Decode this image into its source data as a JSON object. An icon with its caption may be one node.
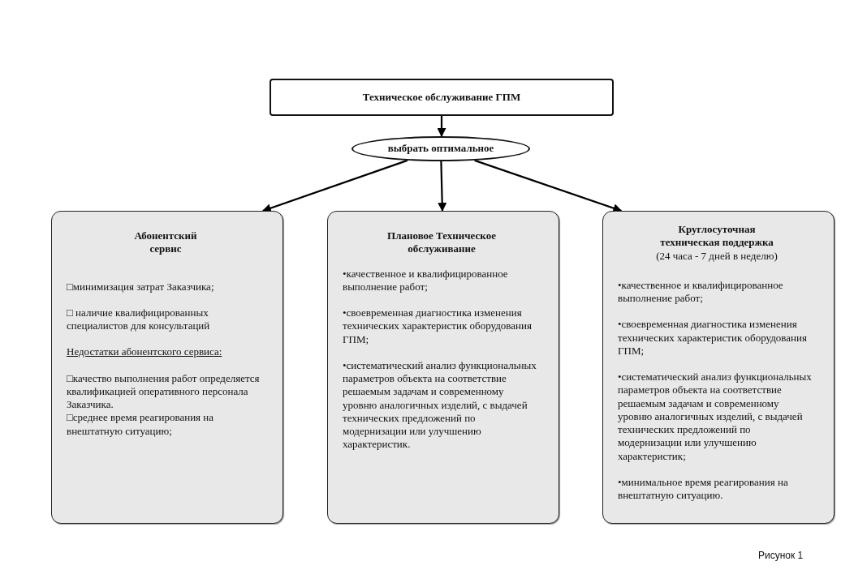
{
  "diagram": {
    "caption": "Рисунок 1",
    "nodes": [
      {
        "text": [
          "Техническое обслуживание ГПМ"
        ]
      },
      {
        "text": [
          "выбрать оптимальное"
        ]
      },
      {
        "text": [
          "Абонентский сервис",
          "□минимизация затрат Заказчика;",
          "□  наличие квалифицированных специалистов для консультаций",
          "Недостатки абонентского сервиса:",
          "□качество выполнения работ определяется квалификацией оперативного персонала Заказчика.",
          "□среднее время реагирования на внештатную ситуацию;"
        ]
      },
      {
        "text": [
          "Плановое Техническое обслуживание",
          "•качественное и квалифицированное выполнение работ;",
          "•своевременная диагностика изменения технических характеристик оборудования ГПМ;",
          "•систематический анализ функциональных параметров объекта на соответствие решаемым задачам и современному уровню аналогичных изделий, с выдачей технических предложений по модернизации или улучшению характеристик."
        ]
      },
      {
        "text": [
          "Круглосуточная техническая поддержка",
          "(24 часа - 7 дней в неделю)",
          "•качественное и квалифицированное выполнение работ;",
          "•своевременная диагностика изменения технических характеристик оборудования ГПМ;",
          "•систематический анализ функциональных параметров объекта на соответствие решаемым задачам и современному уровню аналогичных изделий, с выдачей технических предложений по модернизации или улучшению характеристик;",
          "•минимальное время реагирования на внештатную ситуацию."
        ]
      }
    ],
    "edges": [
      {
        "from": 0,
        "to": 1,
        "arrow": "to"
      },
      {
        "from": 1,
        "to": 2,
        "arrow": "to"
      },
      {
        "from": 1,
        "to": 3,
        "arrow": "to"
      },
      {
        "from": 1,
        "to": 4,
        "arrow": "to"
      }
    ]
  }
}
